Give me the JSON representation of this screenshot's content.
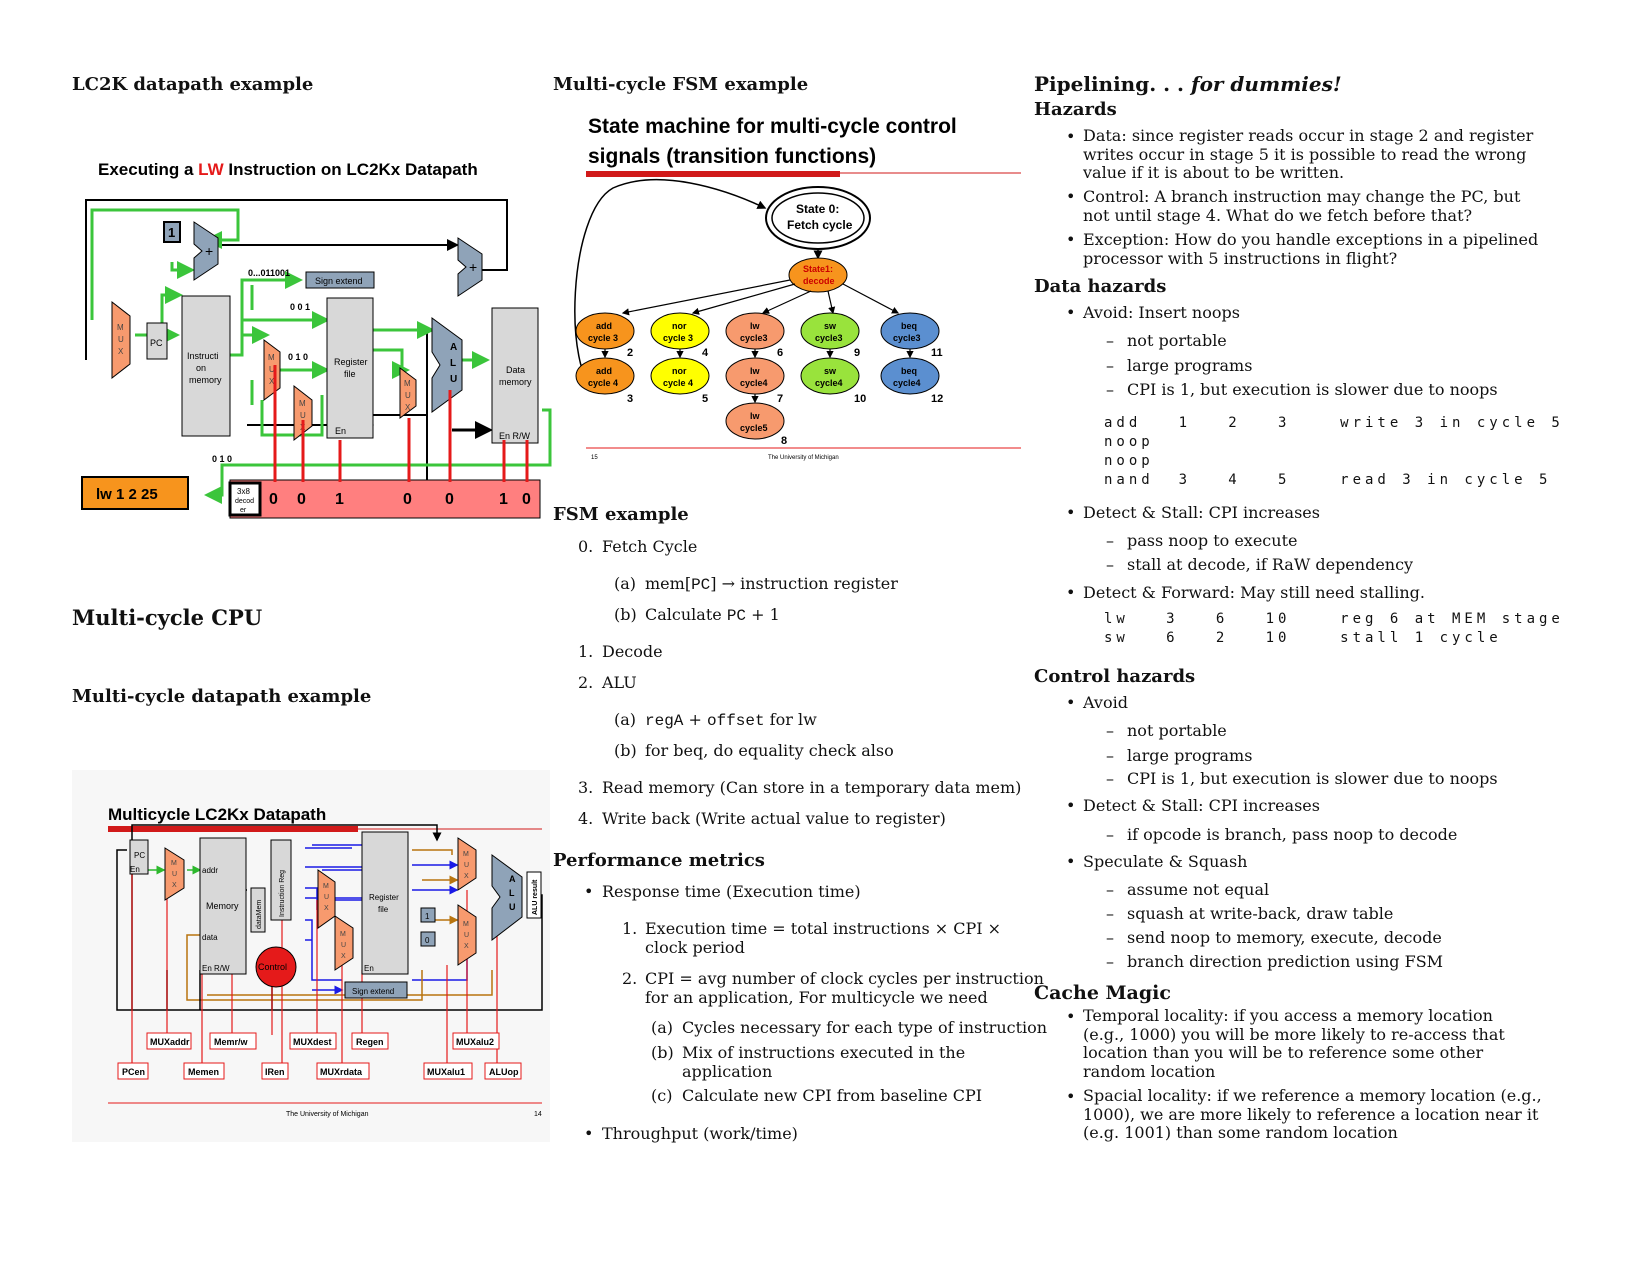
{
  "col1": {
    "h1": "LC2K datapath example",
    "fig1": {
      "title_pre": "Executing a ",
      "title_lw": "LW",
      "title_post": " Instruction on LC2Kx Datapath",
      "inst": "lw  1  2  25",
      "one": "1",
      "mux": "M\nU\nX",
      "pc": "PC",
      "imem": [
        "Instructi",
        "on",
        "memory"
      ],
      "const_top": "0...011001",
      "sign_extend": "Sign extend",
      "b001": "0 0 1",
      "b010a": "0 1 0",
      "b010b": "0 1 0",
      "regfile": [
        "Register",
        "file"
      ],
      "en": "En",
      "alu": [
        "A",
        "L",
        "U"
      ],
      "dmem": [
        "Data",
        "memory"
      ],
      "en_rw": "En  R/W",
      "decoder": [
        "3x8",
        "decod",
        "er"
      ],
      "bits": [
        "0",
        "0",
        "1",
        "0",
        "0",
        "1",
        "0"
      ]
    },
    "h2": "Multi-cycle CPU",
    "h3": "Multi-cycle datapath example",
    "fig2": {
      "title": "Multicycle LC2Kx Datapath",
      "pc": "PC",
      "en": "En",
      "addr": "addr",
      "memory": "Memory",
      "data": "data",
      "en_rw": "En    R/W",
      "datamem": "dataMem",
      "ireg": "Instruction Reg",
      "control": "Control",
      "regfile": [
        "Register",
        "file"
      ],
      "sign_extend": "Sign extend",
      "one": "1",
      "zero": "0",
      "alu_result": "ALU result",
      "labels_top": [
        "MUXaddr",
        "Memr/w",
        "MUXdest",
        "Regen",
        "MUXalu2"
      ],
      "labels_bottom": [
        "PCen",
        "Memen",
        "IRen",
        "MUXrdata",
        "MUXalu1",
        "ALUop"
      ],
      "footer": "The University of Michigan",
      "page": "14"
    }
  },
  "col2": {
    "h1": "Multi-cycle FSM example",
    "fsm": {
      "title": [
        "State machine for multi-cycle control",
        "signals (transition functions)"
      ],
      "state0": [
        "State 0:",
        "Fetch cycle"
      ],
      "state1": [
        "State1:",
        "decode"
      ],
      "nodes": [
        {
          "t": [
            "add",
            "cycle 3"
          ],
          "n": "2"
        },
        {
          "t": [
            "add",
            "cycle 4"
          ],
          "n": "3"
        },
        {
          "t": [
            "nor",
            "cycle 3"
          ],
          "n": "4"
        },
        {
          "t": [
            "nor",
            "cycle 4"
          ],
          "n": "5"
        },
        {
          "t": [
            "lw",
            "cycle3"
          ],
          "n": "6"
        },
        {
          "t": [
            "lw",
            "cycle4"
          ],
          "n": "7"
        },
        {
          "t": [
            "lw",
            "cycle5"
          ],
          "n": "8"
        },
        {
          "t": [
            "sw",
            "cycle3"
          ],
          "n": "9"
        },
        {
          "t": [
            "sw",
            "cycle4"
          ],
          "n": "10"
        },
        {
          "t": [
            "beq",
            "cycle3"
          ],
          "n": "11"
        },
        {
          "t": [
            "beq",
            "cycle4"
          ],
          "n": "12"
        }
      ],
      "colors": {
        "orange": "#F7941D",
        "yellow": "#FFFF00",
        "salmon": "#F79A6E",
        "green": "#99E33C",
        "blue": "#5B8FD0"
      },
      "footer_left": "15",
      "footer": "The University of Michigan"
    },
    "h2": "FSM example",
    "fsm_list": {
      "i0": "Fetch Cycle",
      "i0a_pre": "mem[",
      "i0a_pc": "PC",
      "i0a_post": "] → instruction register",
      "i0b_pre": "Calculate ",
      "i0b_pc": "PC",
      "i0b_post": " + 1",
      "i1": "Decode",
      "i2": "ALU",
      "i2a_rega": "regA",
      "i2a_plus": " + ",
      "i2a_off": "offset",
      "i2a_post": " for lw",
      "i2b": "for beq, do equality check also",
      "i3": "Read memory (Can store in a temporary data mem)",
      "i4": "Write back (Write actual value to register)",
      "n0": "0.",
      "n1": "1.",
      "n2": "2.",
      "n3": "3.",
      "n4": "4.",
      "la": "(a)",
      "lb": "(b)",
      "lc": "(c)"
    },
    "h3": "Performance metrics",
    "perf": {
      "b1": "Response time (Execution time)",
      "e1a": "Execution time = total instructions × CPI ×",
      "e1b": "clock period",
      "e2a": "CPI = avg number of clock cycles per instruction",
      "e2b": "for an application, For multicycle we need",
      "sa": "Cycles necessary for each type of instruction",
      "sb1": "Mix of instructions executed in the",
      "sb2": "application",
      "sc": "Calculate new CPI from baseline CPI",
      "b2": "Throughput (work/time)",
      "n1": "1.",
      "n2": "2."
    }
  },
  "col3": {
    "title_pre": "Pipelining. . . ",
    "title_it": "for dummies!",
    "hazards": "Hazards",
    "hz1": [
      "Data: since register reads occur in stage 2 and register",
      "writes occur in stage 5 it is possible to read the wrong",
      "value if it is about to be written."
    ],
    "hz2": [
      "Control: A branch instruction may change the PC, but",
      "not until stage 4. What do we fetch before that?"
    ],
    "hz3": [
      "Exception: How do you handle exceptions in a pipelined",
      "processor with 5 instructions in flight?"
    ],
    "data_hazards": "Data hazards",
    "dh1": "Avoid: Insert noops",
    "dh1_sub": [
      "not portable",
      "large programs",
      "CPI is 1, but execution is slower due to noops"
    ],
    "code1": [
      "add   1   2   3    write 3 in cycle 5",
      "noop",
      "noop",
      "nand  3   4   5    read 3 in cycle 5"
    ],
    "dh2": "Detect & Stall: CPI increases",
    "dh2_sub": [
      "pass noop to execute",
      "stall at decode, if RaW dependency"
    ],
    "dh3": "Detect & Forward: May still need stalling.",
    "code2": [
      "lw   3   6   10    reg 6 at MEM stage",
      "sw   6   2   10    stall 1 cycle"
    ],
    "control_hazards": "Control hazards",
    "ch1": "Avoid",
    "ch1_sub": [
      "not portable",
      "large programs",
      "CPI is 1, but execution is slower due to noops"
    ],
    "ch2": "Detect & Stall: CPI increases",
    "ch2_sub": [
      "if opcode is branch, pass noop to decode"
    ],
    "ch3": "Speculate & Squash",
    "ch3_sub": [
      "assume not equal",
      "squash at write-back, draw table",
      "send noop to memory, execute, decode",
      "branch direction prediction using FSM"
    ],
    "cache": "Cache Magic",
    "cm1": [
      "Temporal locality: if you access a memory location",
      "(e.g., 1000) you will be more likely to re-access that",
      "location than you will be to reference some other",
      "random location"
    ],
    "cm2": [
      "Spacial locality: if we reference a memory location (e.g.,",
      "1000), we are more likely to reference a location near it",
      "(e.g. 1001) than some random location"
    ],
    "bullet": "•",
    "dash": "–"
  }
}
